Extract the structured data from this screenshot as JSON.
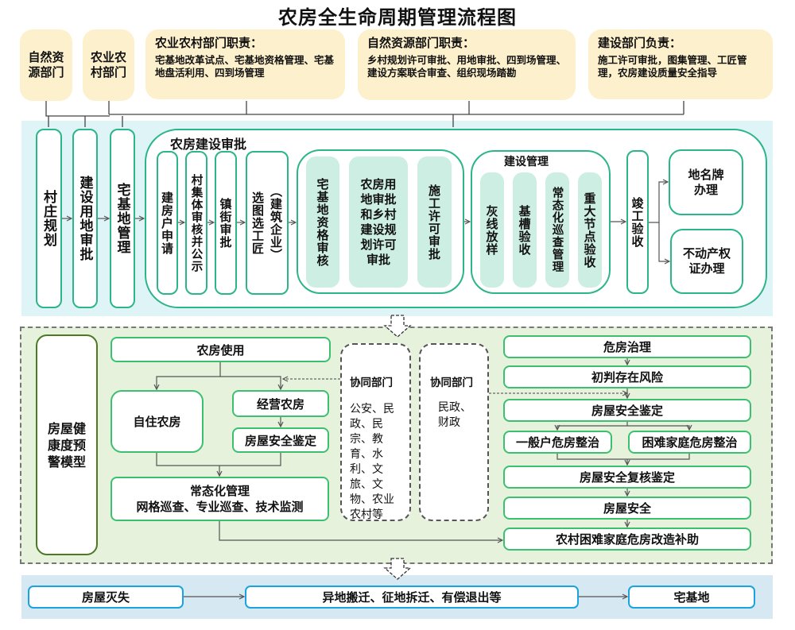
{
  "title": "农房全生命周期管理流程图",
  "departments": {
    "natural_resources_short": "自然资源部门",
    "agriculture_short": "农业农村部门",
    "agriculture_duty": {
      "heading": "农业农村部门职责：",
      "body": "宅基地改革试点、宅基地资格管理、宅基地盘活利用、四到场管理"
    },
    "natural_resources_duty": {
      "heading": "自然资源部门职责：",
      "body": "乡村规划许可审批、用地审批、四到场管理、建设方案联合审查、组织现场踏勘"
    },
    "construction_duty": {
      "heading": "建设部门负责：",
      "body": "施工许可审批，图集管理、工匠管理，农房建设质量安全指导"
    }
  },
  "planning": {
    "village_planning": "村庄规划",
    "land_approval": "建设用地审批",
    "homestead_management": "宅基地管理",
    "construction_approval": {
      "title": "农房建设审批",
      "steps": [
        "建房户申请",
        "村集体审核并公示",
        "镇街审批",
        "选图选工匠",
        "（建筑企业）"
      ],
      "approvals": [
        "宅基地资格审核",
        "农房用地审批和乡村建设规划许可审批",
        "施工许可审批"
      ]
    },
    "construction_management": {
      "title": "建设管理",
      "steps": [
        "灰线放样",
        "基槽验收",
        "常态化巡查管理",
        "重大节点验收"
      ]
    },
    "completion": "竣工验收",
    "outcomes": [
      "地名牌办理",
      "不动产权证办理"
    ]
  },
  "usage": {
    "health_model": "房屋健康度预警模型",
    "house_use": "农房使用",
    "self_occupied": "自住农房",
    "business": "经营农房",
    "safety_appraisal": "房屋安全鉴定",
    "routine_management": {
      "title": "常态化管理",
      "detail": "网格巡查、专业巡查、技术监测"
    },
    "coop_depts_1": {
      "title": "协同部门",
      "body": "公安、民政、民宗、教育、水利、文旅、文物、农业农村等"
    },
    "coop_depts_2": {
      "title": "协同部门",
      "body": "民政、财政"
    },
    "dangerous_house": {
      "steps": [
        "危房治理",
        "初判存在风险",
        "房屋安全鉴定"
      ],
      "branches": [
        "一般户危房整治",
        "困难家庭危房整治"
      ],
      "after": [
        "房屋安全复核鉴定",
        "房屋安全",
        "农村困难家庭危房改造补助"
      ]
    }
  },
  "demise": {
    "house_loss": "房屋灭失",
    "relocation": "异地搬迁、征地拆迁、有偿退出等",
    "homestead": "宅基地"
  },
  "colors": {
    "department_fill": "#fdf0cc",
    "band_planning": "#dff4f7",
    "band_usage": "#e6f2dc",
    "band_demise": "#d6e9f2",
    "teal_border": "#2bb58a",
    "green_border": "#3cc070",
    "model_border": "#4a7a22",
    "blue_border": "#1aa3e0",
    "mint_fill": "#cdeee2"
  }
}
